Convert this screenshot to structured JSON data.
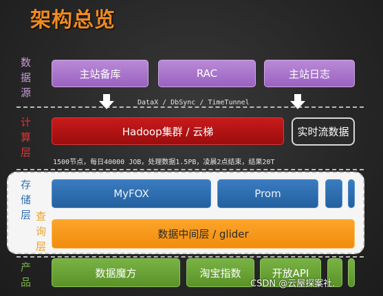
{
  "title": "架构总览",
  "layers": {
    "datasource": [
      "数",
      "据",
      "源"
    ],
    "compute": [
      "计",
      "算",
      "层"
    ],
    "storage": [
      "存",
      "储",
      "层"
    ],
    "query": [
      "查",
      "询",
      "层"
    ],
    "product": [
      "产",
      "品"
    ]
  },
  "sources": [
    "主站备库",
    "RAC",
    "主站日志"
  ],
  "sync_tools": "DataX / DbSync / TimeTunnel",
  "compute": {
    "hadoop": "Hadoop集群 / 云梯",
    "stream": "实时流数据",
    "stats": "1500节点，每日40000 JOB，处理数据1.5PB，凌晨2点结束，结果20T"
  },
  "storage": [
    "MyFOX",
    "Prom"
  ],
  "query_box": "数据中间层 / glider",
  "products": [
    "数据魔方",
    "淘宝指数",
    "开放API"
  ],
  "watermark": "CSDN @云屋探案社.",
  "colors": {
    "title": "#f08a20",
    "source_box": "#a874c9",
    "compute_box": "#b01414",
    "storage_box": "#2c6dae",
    "query_box": "#f59a1a",
    "product_box": "#6aa236"
  }
}
